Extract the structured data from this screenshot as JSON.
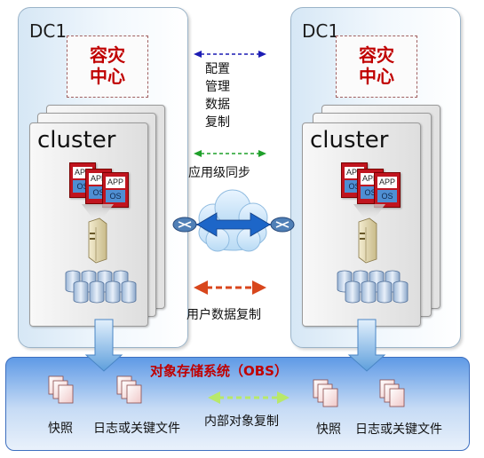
{
  "left_dc": {
    "title": "DC1",
    "drc_line1": "容灾",
    "drc_line2": "中心",
    "cluster_label": "cluster"
  },
  "right_dc": {
    "title": "DC1",
    "drc_line1": "容灾",
    "drc_line2": "中心",
    "cluster_label": "cluster"
  },
  "app_box": {
    "app_text": "APP",
    "os_text": "OS"
  },
  "sync_labels": {
    "config_lines": [
      "配置",
      "管理",
      "数据",
      "复制"
    ],
    "app_sync": "应用级同步",
    "user_data": "用户数据复制"
  },
  "obs": {
    "title": "对象存储系统（OBS）",
    "internal_copy": "内部对象复制",
    "left_snapshot": "快照",
    "left_files": "日志或关键文件",
    "right_snapshot": "快照",
    "right_files": "日志或关键文件"
  },
  "colors": {
    "config_arrow": "#1c1cb4",
    "app_sync_arrow": "#1fa02a",
    "user_data_arrow": "#d8461c",
    "internal_copy_arrow": "#b8e86a",
    "drc_text": "#c00000",
    "obs_title": "#c00000"
  }
}
